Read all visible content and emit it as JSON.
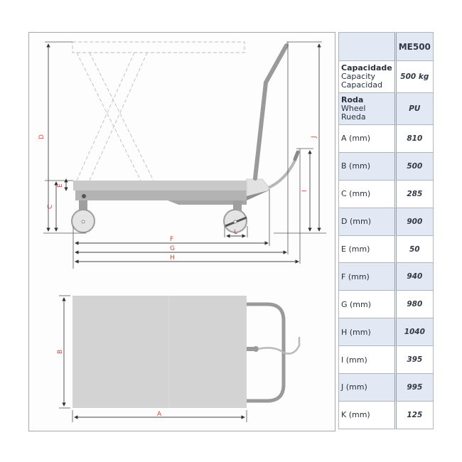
{
  "diagram": {
    "side_view_labels": {
      "D": "D",
      "E": "E",
      "C": "C",
      "F": "F",
      "G": "G",
      "H": "H",
      "I": "I",
      "J": "J",
      "L": "L"
    },
    "top_view_labels": {
      "A": "A",
      "B": "B"
    },
    "colors": {
      "platform": "#c9c9c9",
      "platform_dark": "#a9a9a9",
      "frame": "#8e8e8e",
      "dimension_line": "#444444",
      "dimension_label": "#d0443a",
      "top_view_fill": "#d3d3d4",
      "dashed_outline": "#bdbdbd"
    }
  },
  "table": {
    "header": {
      "label": "",
      "model": "ME500"
    },
    "rows": [
      {
        "label_pt": "Capacidade",
        "label_en": "Capacity",
        "label_es": "Capacidad",
        "value": "500 kg"
      },
      {
        "label_pt": "Roda",
        "label_en": "Wheel",
        "label_es": "Rueda",
        "value": "PU"
      },
      {
        "label": "A (mm)",
        "value": "810"
      },
      {
        "label": "B (mm)",
        "value": "500"
      },
      {
        "label": "C (mm)",
        "value": "285"
      },
      {
        "label": "D (mm)",
        "value": "900"
      },
      {
        "label": "E (mm)",
        "value": "50"
      },
      {
        "label": "F (mm)",
        "value": "940"
      },
      {
        "label": "G (mm)",
        "value": "980"
      },
      {
        "label": "H (mm)",
        "value": "1040"
      },
      {
        "label": "I (mm)",
        "value": "395"
      },
      {
        "label": "J (mm)",
        "value": "995"
      },
      {
        "label": "K (mm)",
        "value": "125"
      }
    ]
  }
}
